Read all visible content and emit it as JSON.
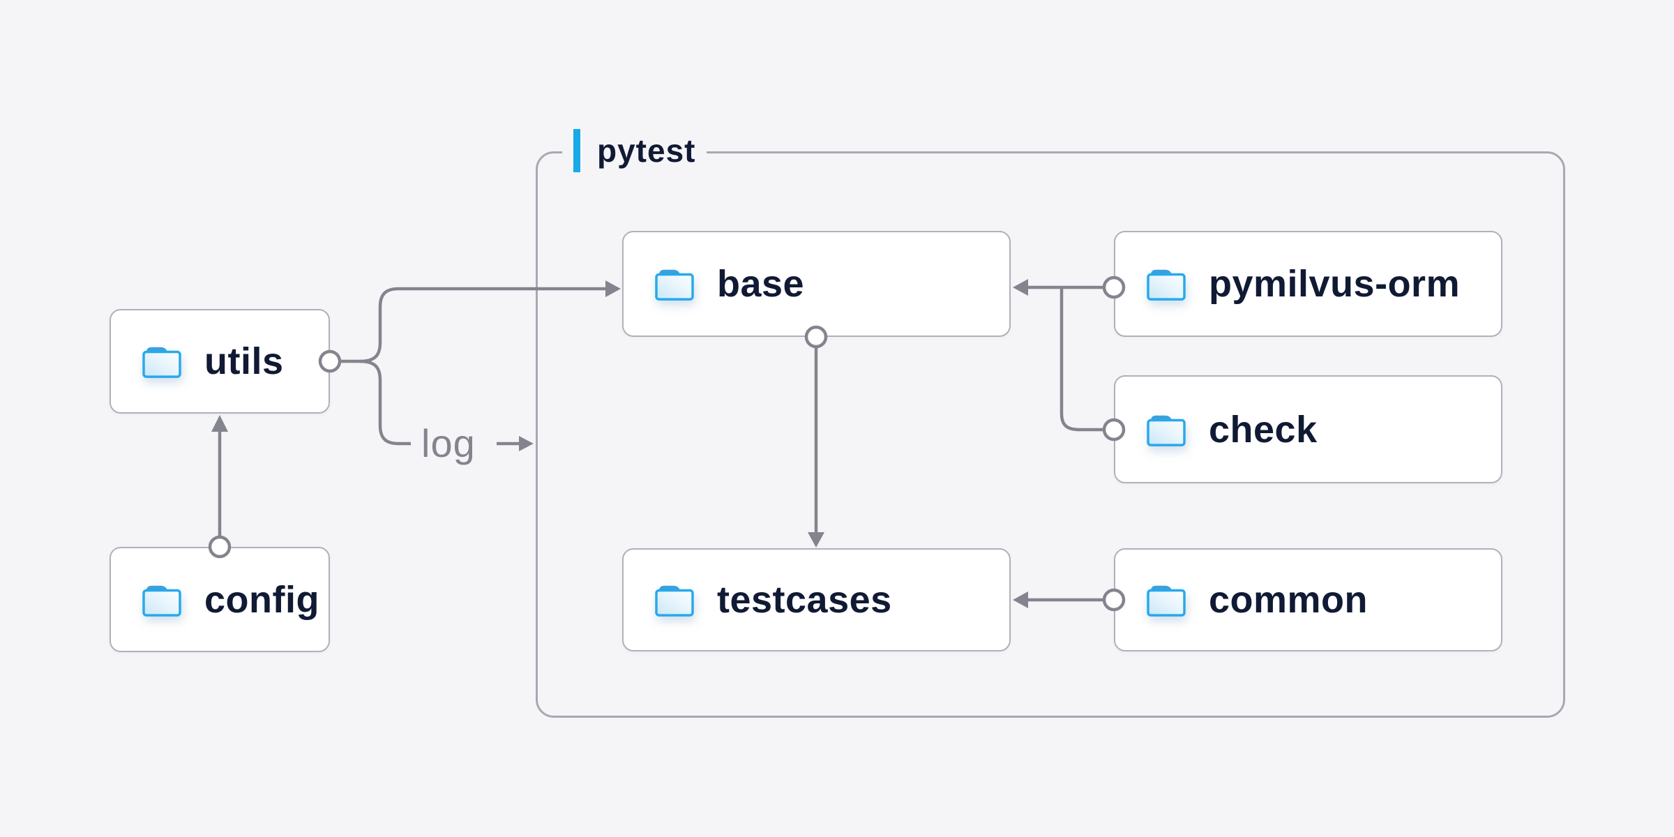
{
  "diagram": {
    "group": {
      "label": "pytest"
    },
    "nodes": {
      "utils": {
        "label": "utils",
        "icon": "folder-icon"
      },
      "config": {
        "label": "config",
        "icon": "folder-icon"
      },
      "base": {
        "label": "base",
        "icon": "folder-icon"
      },
      "pymilvus_orm": {
        "label": "pymilvus-orm",
        "icon": "folder-icon"
      },
      "check": {
        "label": "check",
        "icon": "folder-icon"
      },
      "testcases": {
        "label": "testcases",
        "icon": "folder-icon"
      },
      "common": {
        "label": "common",
        "icon": "folder-icon"
      }
    },
    "edges": {
      "log_label": "log",
      "list": [
        {
          "from": "config",
          "to": "utils",
          "type": "arrow"
        },
        {
          "from": "utils",
          "to": "base",
          "type": "arrow"
        },
        {
          "from": "utils",
          "to": "log",
          "type": "labeled-arrow",
          "label": "log"
        },
        {
          "from": "base",
          "to": "testcases",
          "type": "arrow"
        },
        {
          "from": "pymilvus-orm",
          "to": "base",
          "type": "arrow"
        },
        {
          "from": "check",
          "to": "base",
          "type": "arrow"
        },
        {
          "from": "common",
          "to": "testcases",
          "type": "arrow"
        }
      ]
    },
    "colors": {
      "background": "#f5f5f7",
      "accent_blue": "#18a9e8",
      "connector_gray": "#84848f",
      "node_border": "#b0b0bc",
      "group_border": "#a8a8b4",
      "text_navy": "#101a34",
      "folder_stroke": "#27a9ea",
      "folder_tab": "#3ba0dd",
      "folder_fill_light": "#e9f5fc",
      "node_background": "#ffffff"
    }
  }
}
